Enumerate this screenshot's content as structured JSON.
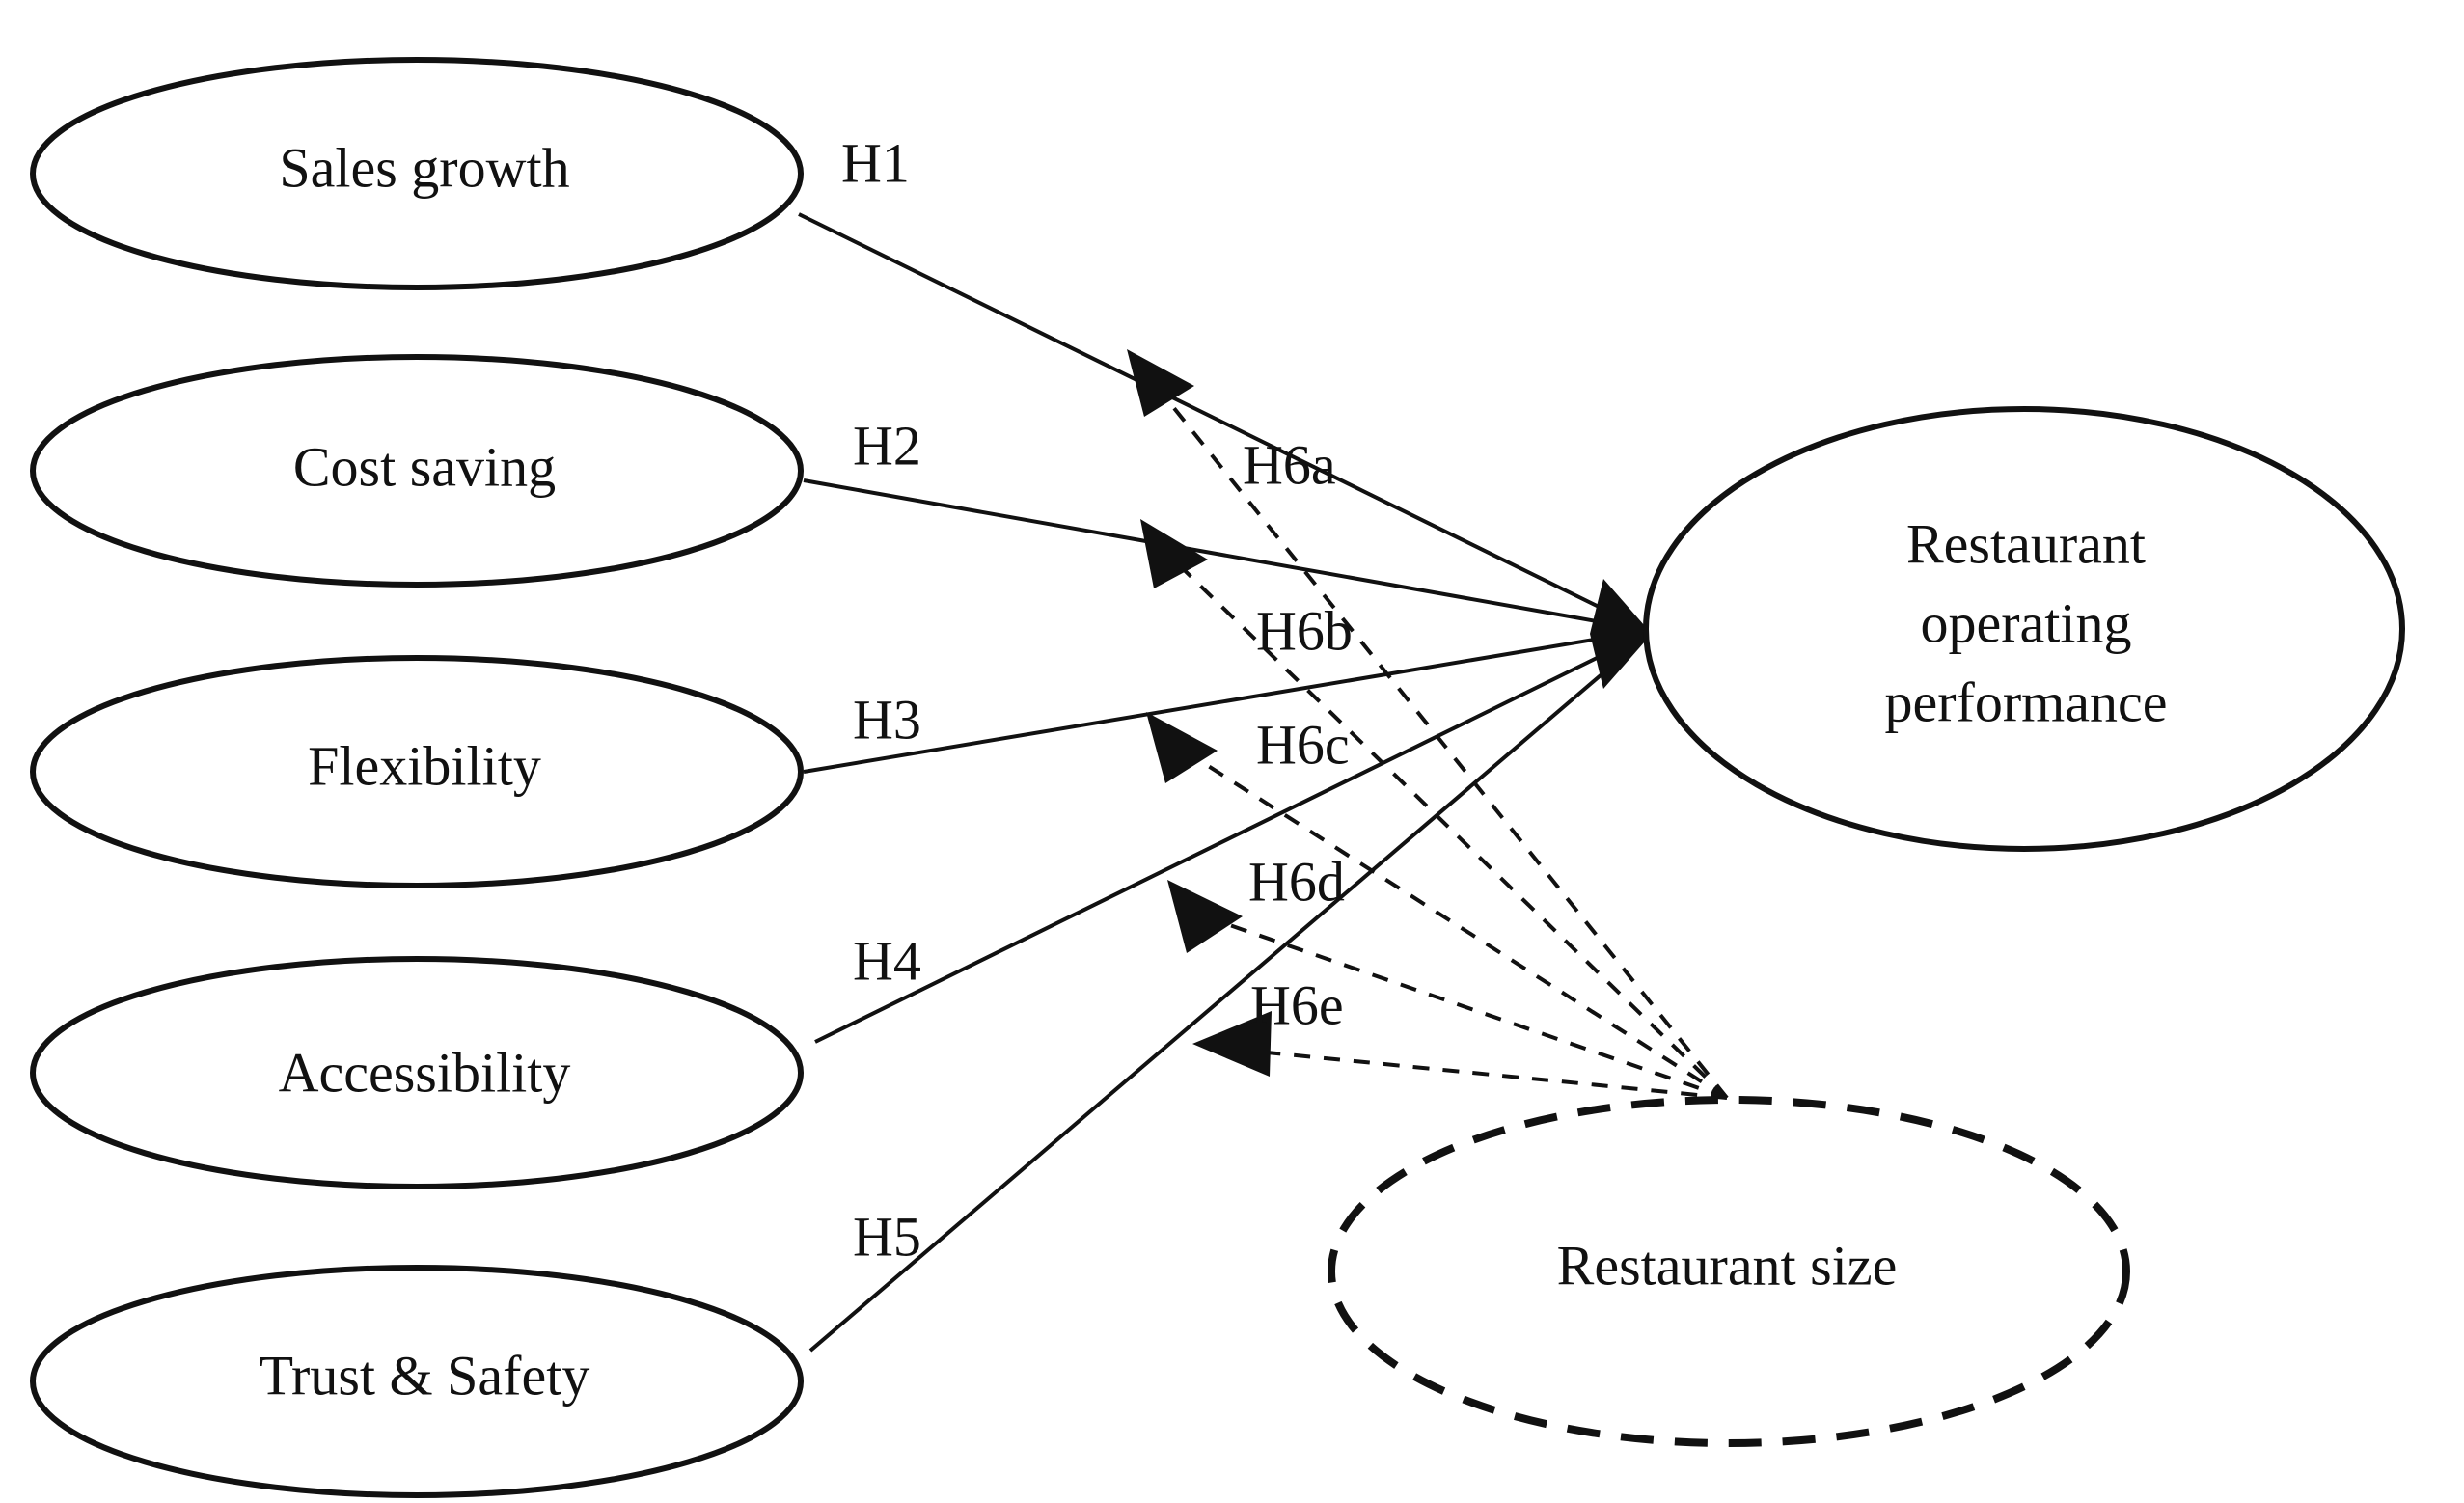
{
  "diagram": {
    "title": "Restaurant operating performance research model",
    "type": "path-model-diagram",
    "background_color": "#ffffff",
    "stroke_color": "#111111",
    "predictor_nodes": [
      {
        "id": "sales-growth",
        "label": "Sales growth",
        "style": "solid"
      },
      {
        "id": "cost-saving",
        "label": "Cost saving",
        "style": "solid"
      },
      {
        "id": "flexibility",
        "label": "Flexibility",
        "style": "solid"
      },
      {
        "id": "accessibility",
        "label": "Accessibility",
        "style": "solid"
      },
      {
        "id": "trust-safety",
        "label": "Trust & Safety",
        "style": "solid"
      }
    ],
    "outcome_node": {
      "id": "restaurant-operating-performance",
      "label_line1": "Restaurant",
      "label_line2": "operating",
      "label_line3": "performance",
      "style": "solid"
    },
    "moderator_node": {
      "id": "restaurant-size",
      "label": "Restaurant size",
      "style": "dashed"
    },
    "direct_paths": [
      {
        "id": "h1",
        "label": "H1",
        "from": "sales-growth",
        "to": "restaurant-operating-performance",
        "style": "solid"
      },
      {
        "id": "h2",
        "label": "H2",
        "from": "cost-saving",
        "to": "restaurant-operating-performance",
        "style": "solid"
      },
      {
        "id": "h3",
        "label": "H3",
        "from": "flexibility",
        "to": "restaurant-operating-performance",
        "style": "solid"
      },
      {
        "id": "h4",
        "label": "H4",
        "from": "accessibility",
        "to": "restaurant-operating-performance",
        "style": "solid"
      },
      {
        "id": "h5",
        "label": "H5",
        "from": "trust-safety",
        "to": "restaurant-operating-performance",
        "style": "solid"
      }
    ],
    "moderation_paths": [
      {
        "id": "h6a",
        "label": "H6a",
        "from": "restaurant-size",
        "moderates": "h1",
        "style": "dashed"
      },
      {
        "id": "h6b",
        "label": "H6b",
        "from": "restaurant-size",
        "moderates": "h2",
        "style": "dashed"
      },
      {
        "id": "h6c",
        "label": "H6c",
        "from": "restaurant-size",
        "moderates": "h3",
        "style": "dashed"
      },
      {
        "id": "h6d",
        "label": "H6d",
        "from": "restaurant-size",
        "moderates": "h4",
        "style": "dashed"
      },
      {
        "id": "h6e",
        "label": "H6e",
        "from": "restaurant-size",
        "moderates": "h5",
        "style": "dashed"
      }
    ]
  }
}
